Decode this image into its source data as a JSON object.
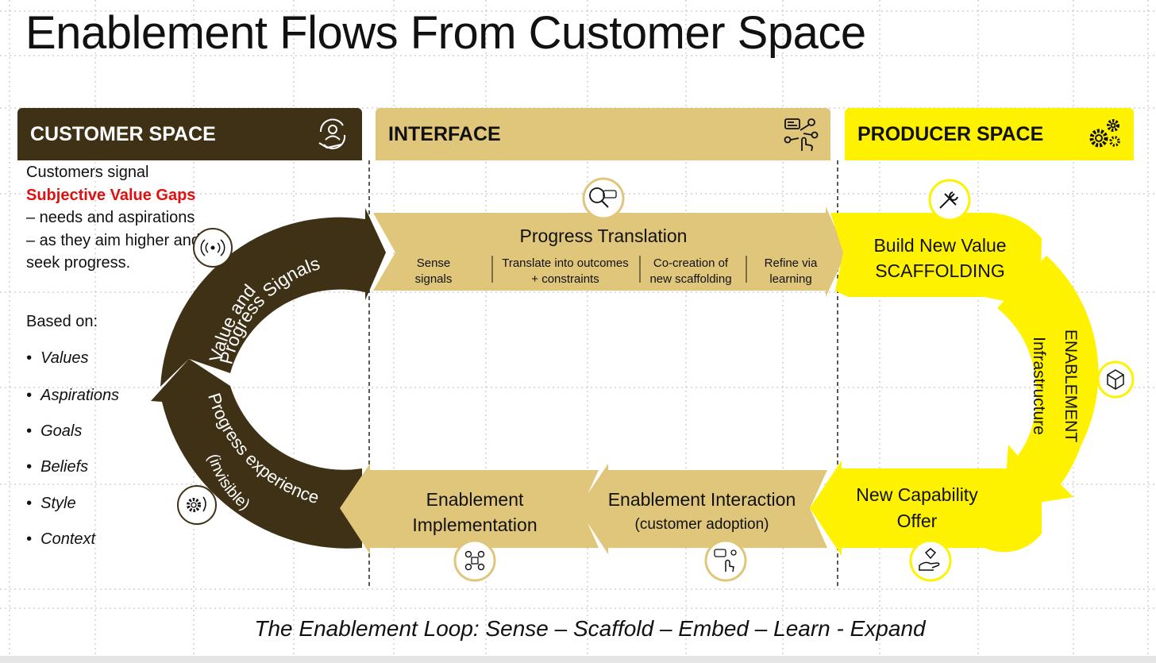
{
  "title": "Enablement Flows From Customer Space",
  "headers": {
    "customer": "CUSTOMER SPACE",
    "interface": "INTERFACE",
    "producer": "PRODUCER SPACE"
  },
  "left_panel": {
    "intro": "Customers signal",
    "highlight": "Subjective Value Gaps",
    "rest": " – needs and aspirations – as they aim higher and seek progress.",
    "based_on": "Based on:",
    "bullets": [
      "Values",
      "Aspirations",
      "Goals",
      "Beliefs",
      "Style",
      "Context"
    ]
  },
  "loop": {
    "signals_line1": "Value and",
    "signals_line2": "Progress Signals",
    "experience_line1": "Progress experience",
    "experience_line2": "(invisible)",
    "translation_title": "Progress Translation",
    "steps": [
      {
        "line1": "Sense",
        "line2": "signals"
      },
      {
        "line1": "Translate into outcomes",
        "line2": "+ constraints"
      },
      {
        "line1": "Co-creation of",
        "line2": "new scaffolding"
      },
      {
        "line1": "Refine via",
        "line2": "learning"
      }
    ],
    "build_line1": "Build New Value",
    "build_line2": "SCAFFOLDING",
    "infra_line1": "ENABLEMENT",
    "infra_line2": "Infrastructure",
    "offer_line1": "New Capability",
    "offer_line2": "Offer",
    "interaction_line1": "Enablement Interaction",
    "interaction_line2": "(customer adoption)",
    "implementation_line1": "Enablement",
    "implementation_line2": "Implementation"
  },
  "footer": "The Enablement Loop: Sense – Scaffold – Embed – Learn - Expand",
  "colors": {
    "dark_brown": "#3f3115",
    "tan": "#e0c67a",
    "yellow": "#fff200",
    "red": "#e01010"
  },
  "icons": [
    "people-cycle-icon",
    "hand-touch-network-icon",
    "gears-icon",
    "wireless-signal-icon",
    "search-data-icon",
    "tools-icon",
    "package-icon",
    "hand-diamond-icon",
    "hand-touch-icon",
    "team-network-icon",
    "gear-head-icon"
  ]
}
